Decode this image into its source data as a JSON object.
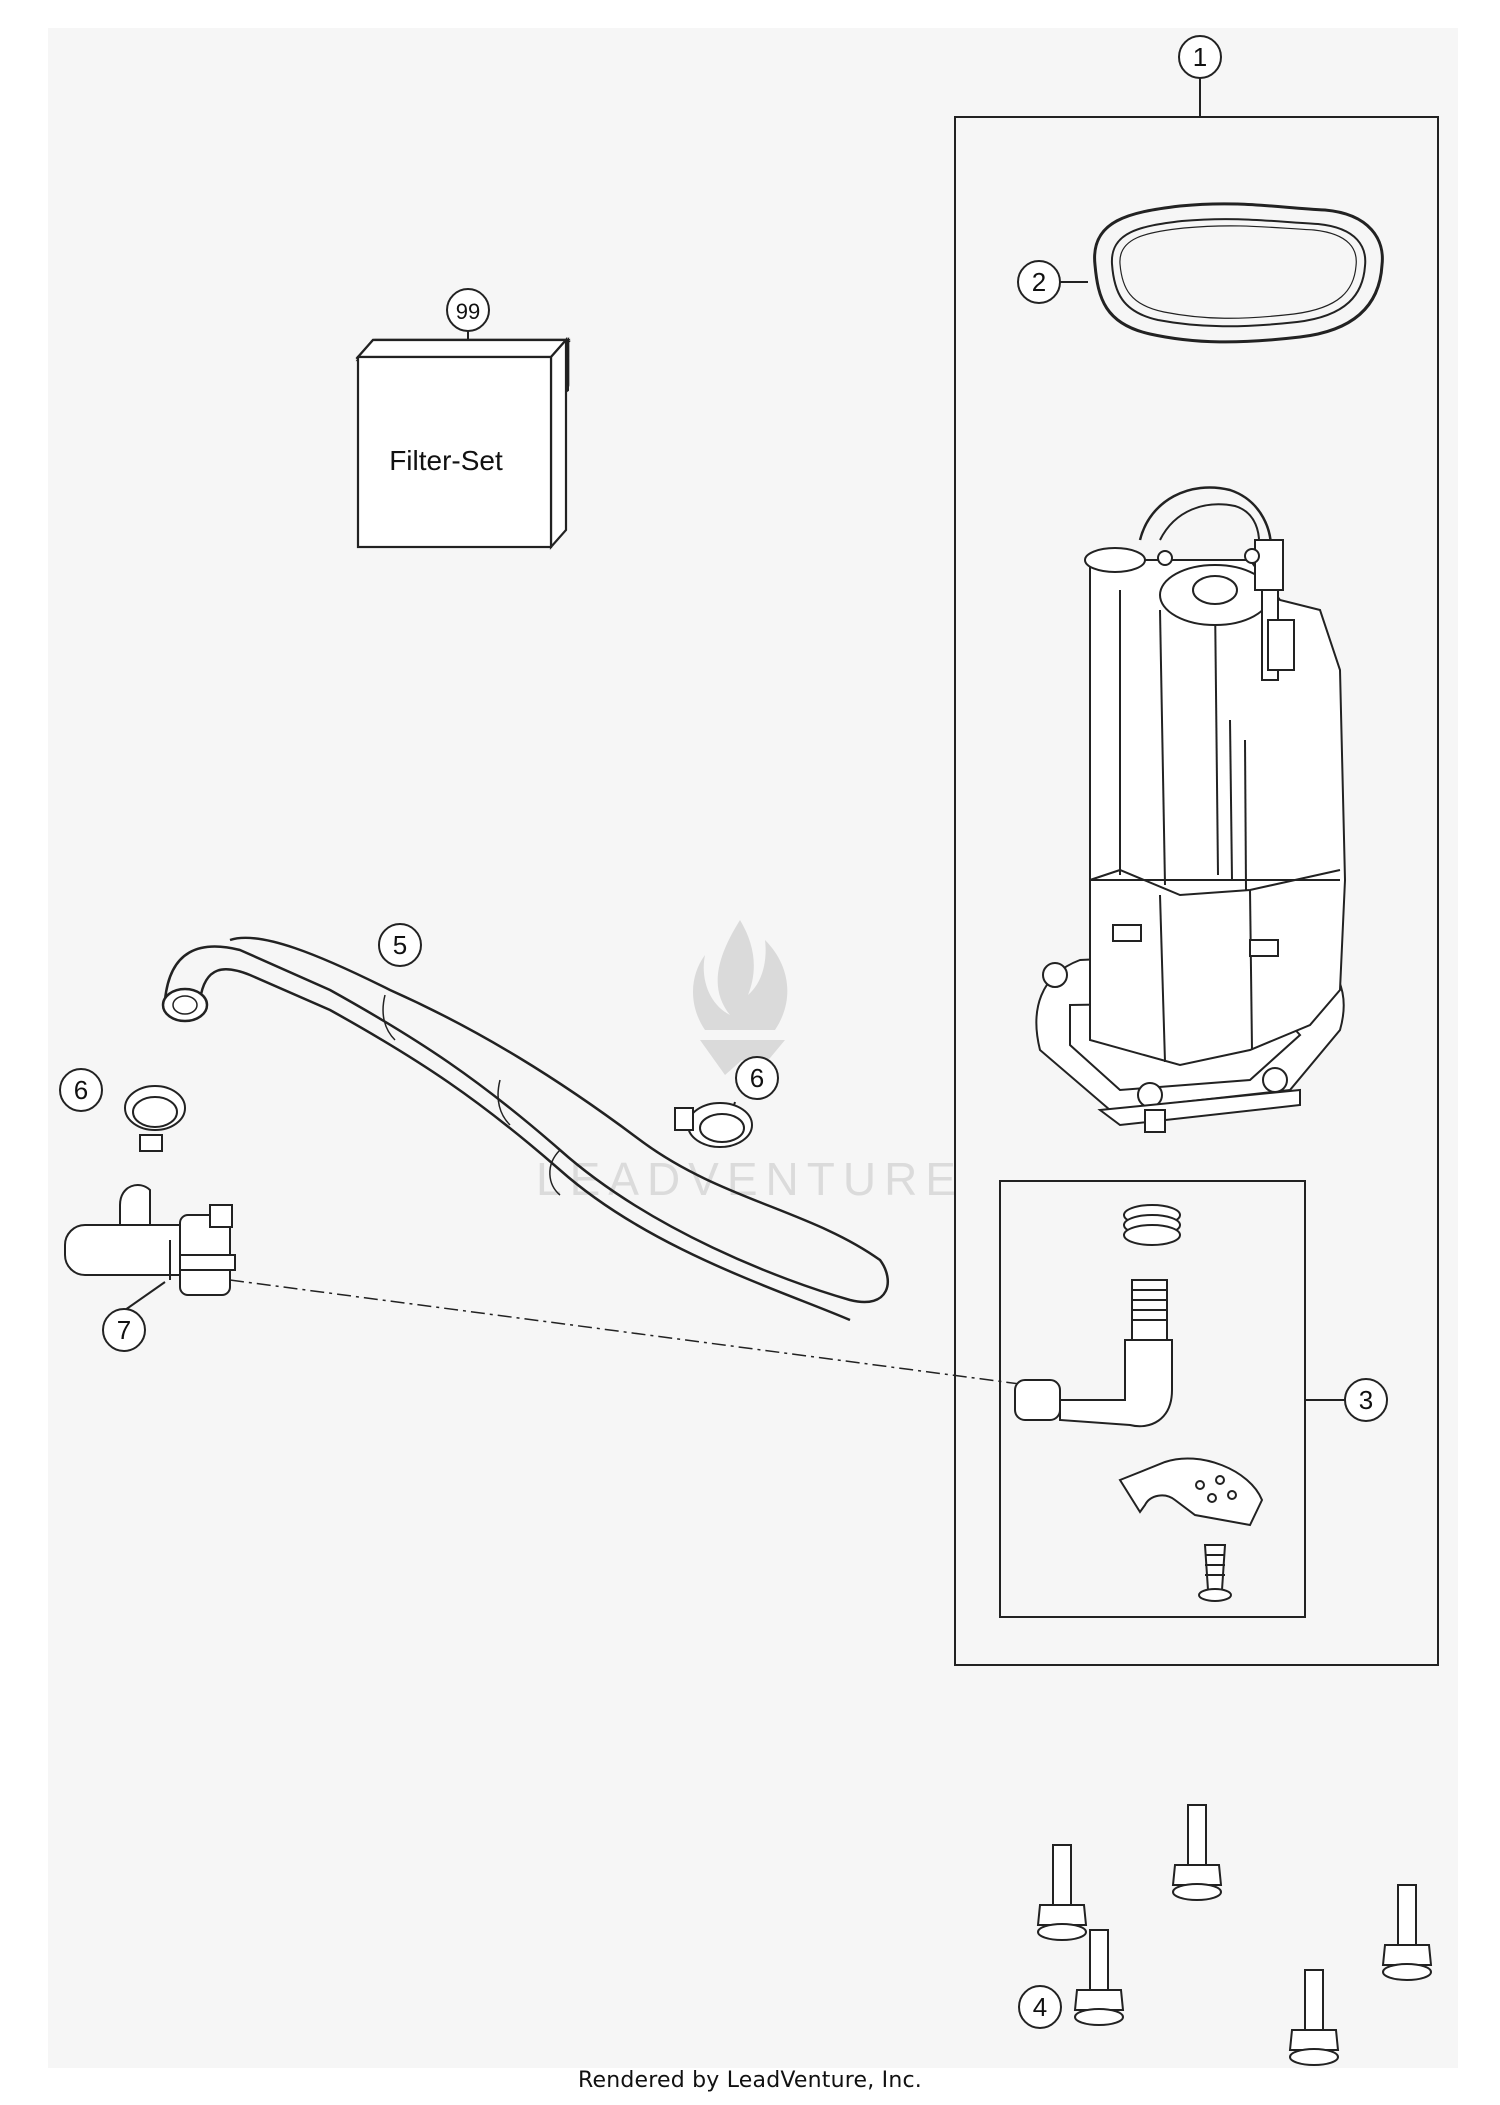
{
  "callouts": [
    {
      "id": "callout-1",
      "label": "1"
    },
    {
      "id": "callout-2",
      "label": "2"
    },
    {
      "id": "callout-3",
      "label": "3"
    },
    {
      "id": "callout-4",
      "label": "4"
    },
    {
      "id": "callout-5",
      "label": "5"
    },
    {
      "id": "callout-6a",
      "label": "6"
    },
    {
      "id": "callout-6b",
      "label": "6"
    },
    {
      "id": "callout-7",
      "label": "7"
    },
    {
      "id": "callout-99",
      "label": "99"
    }
  ],
  "filter_box": {
    "label": "Filter-Set"
  },
  "watermark": {
    "text": "LEADVENTURE"
  },
  "footer": {
    "text": "Rendered by LeadVenture, Inc."
  },
  "colors": {
    "line": "#222222",
    "fill": "#ffffff",
    "watermark": "#d7d7d7"
  }
}
